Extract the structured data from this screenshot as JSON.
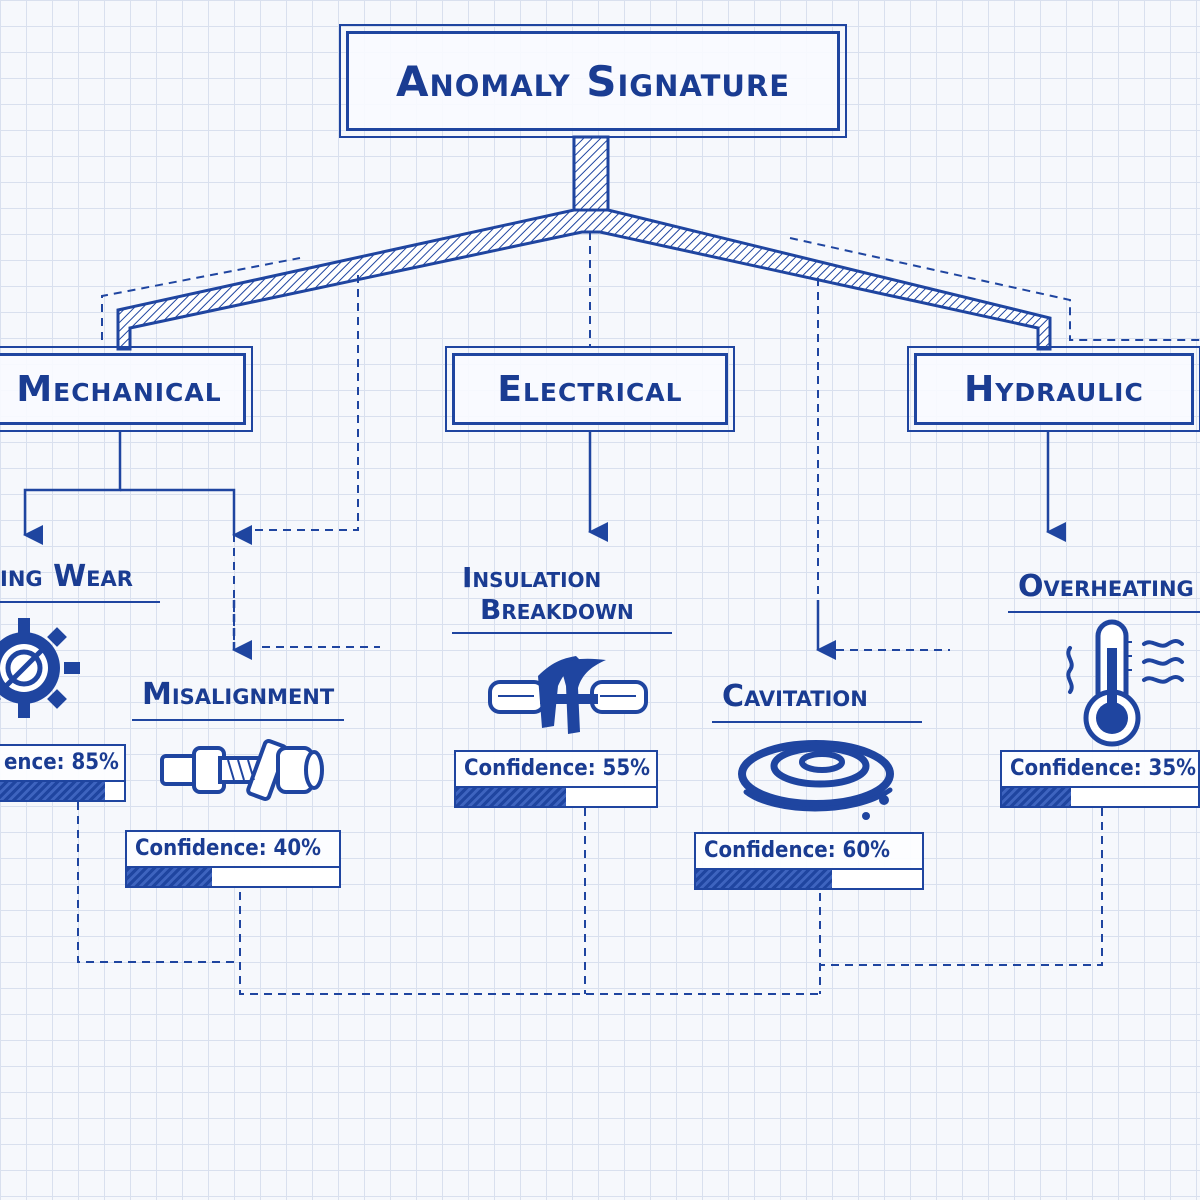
{
  "diagram": {
    "title": "Anomaly Signature",
    "categories": [
      {
        "id": "mechanical",
        "label": "Mechanical"
      },
      {
        "id": "electrical",
        "label": "Electrical"
      },
      {
        "id": "hydraulic",
        "label": "Hydraulic"
      }
    ],
    "anomalies": [
      {
        "label": "ing Wear",
        "confidence_text": "ence: 85%",
        "confidence": 0.85,
        "icon": "gear-icon"
      },
      {
        "label": "Misalignment",
        "confidence_text": "Confidence: 40%",
        "confidence": 0.4,
        "icon": "shaft-coupling-icon"
      },
      {
        "label_line1": "Insulation",
        "label_line2": "Breakdown",
        "confidence_text": "Confidence: 55%",
        "confidence": 0.55,
        "icon": "frayed-cable-icon"
      },
      {
        "label": "Cavitation",
        "confidence_text": "Confidence: 60%",
        "confidence": 0.6,
        "icon": "swirl-icon"
      },
      {
        "label": "Overheating",
        "confidence_text": "Confidence: 35%",
        "confidence": 0.35,
        "icon": "thermometer-icon"
      }
    ]
  },
  "colors": {
    "ink": "#1f45a0",
    "paper": "#f6f8fc",
    "grid": "#d9e0ee"
  }
}
